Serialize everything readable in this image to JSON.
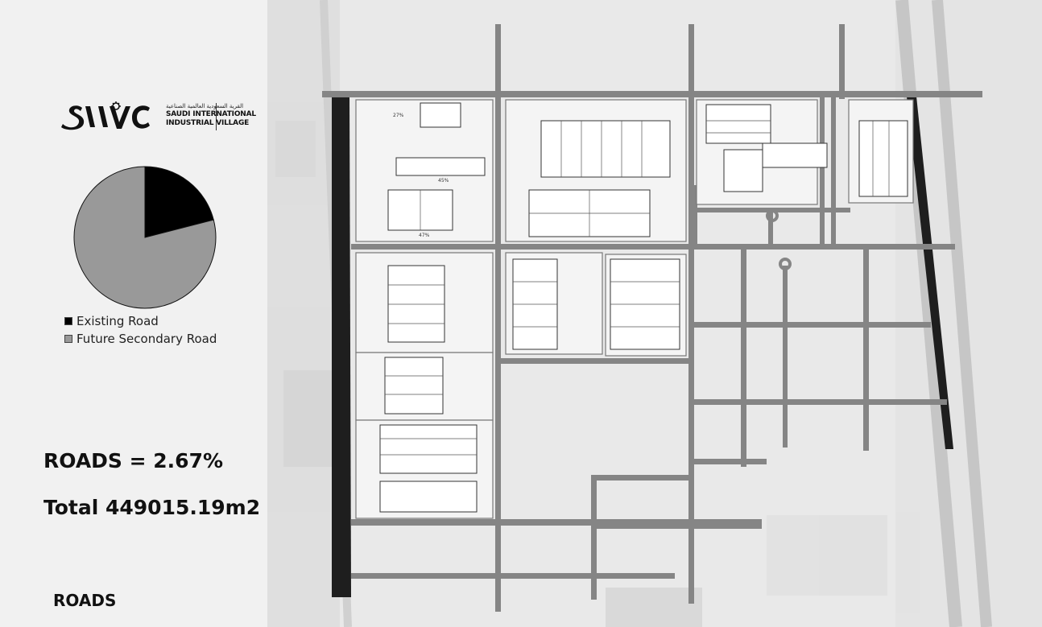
{
  "logo": {
    "mark": "SIIVC",
    "arabic": "القرية السعودية العالمية الصناعية",
    "line1": "SAUDI INTERNATIONAL",
    "line2": "INDUSTRIAL VILLAGE"
  },
  "chart_data": {
    "type": "pie",
    "slices": [
      {
        "label": "Existing Road",
        "value": 21,
        "color": "#000000"
      },
      {
        "label": "Future Secondary Road",
        "value": 79,
        "color": "#999999"
      }
    ]
  },
  "legend": [
    {
      "label": "Existing Road",
      "color": "#000000"
    },
    {
      "label": "Future Secondary Road",
      "color": "#999999"
    }
  ],
  "stats": {
    "roads": "ROADS = 2.67%",
    "total": "Total 449015.19m2"
  },
  "footer_title": "ROADS",
  "map": {
    "labels": [
      "27%",
      "45%",
      "47%"
    ]
  }
}
